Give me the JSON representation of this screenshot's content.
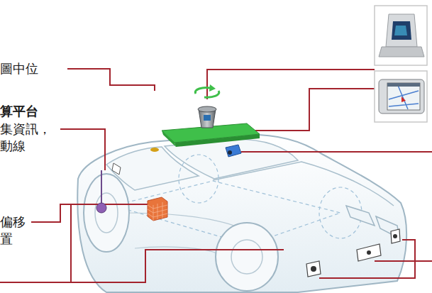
{
  "diagram": {
    "labels": [
      "圖中位",
      "算平台",
      "集資訊，",
      "動線",
      "偏移",
      "置"
    ]
  }
}
